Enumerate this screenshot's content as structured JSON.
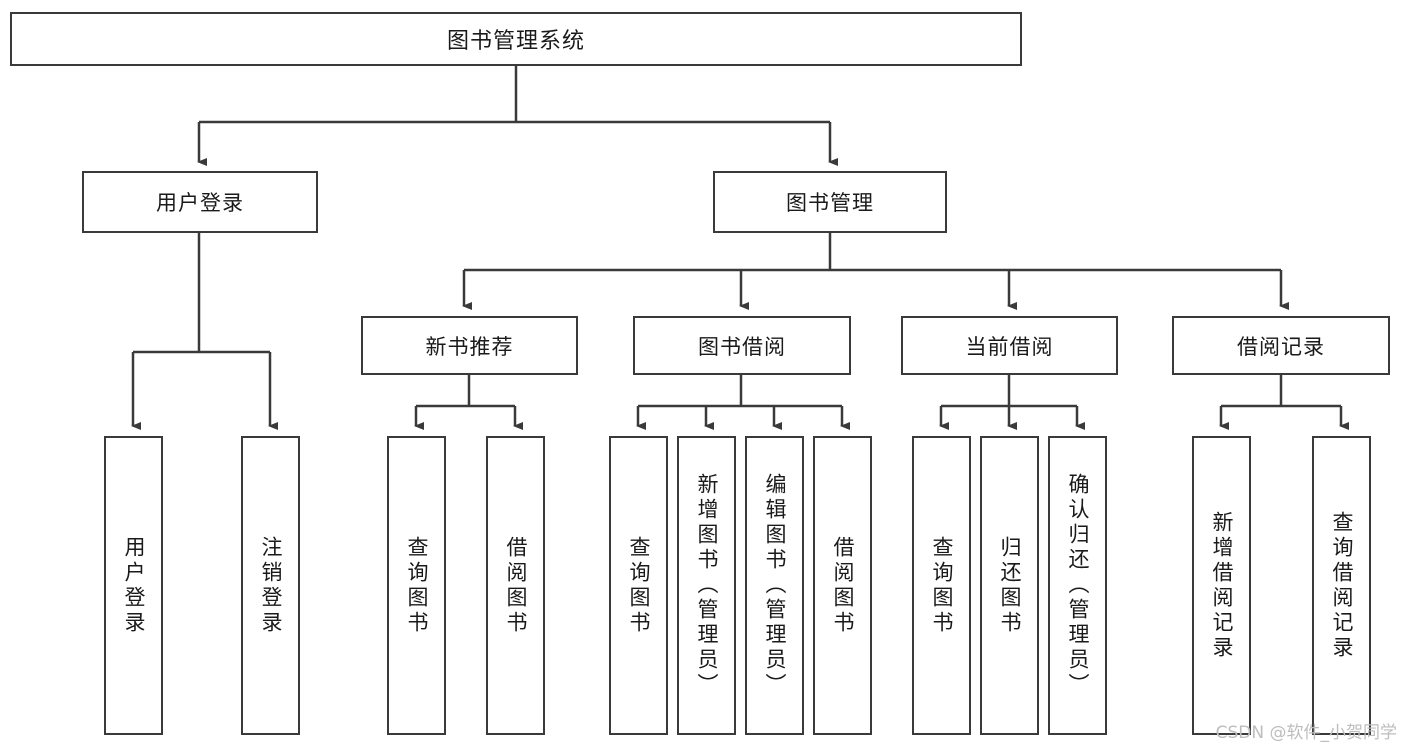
{
  "diagram": {
    "title": "图书管理系统",
    "type": "tree-hierarchy",
    "watermark": "CSDN @软件_小贺同学",
    "colors": {
      "stroke": "#3a3a3a",
      "fill": "#ffffff",
      "text": "#1a1a1a",
      "watermark": "#bdbdbd"
    },
    "nodes": {
      "root": "图书管理系统",
      "level1": [
        "用户登录",
        "图书管理"
      ],
      "level2": [
        "新书推荐",
        "图书借阅",
        "当前借阅",
        "借阅记录"
      ],
      "leaves": {
        "user_login": [
          "用户登录",
          "注销登录"
        ],
        "new_book_recommend": [
          "查询图书",
          "借阅图书"
        ],
        "book_borrow": [
          "查询图书",
          "新增图书（管理员）",
          "编辑图书（管理员）",
          "借阅图书"
        ],
        "current_borrow": [
          "查询图书",
          "归还图书",
          "确认归还（管理员）"
        ],
        "borrow_record": [
          "新增借阅记录",
          "查询借阅记录"
        ]
      }
    }
  }
}
